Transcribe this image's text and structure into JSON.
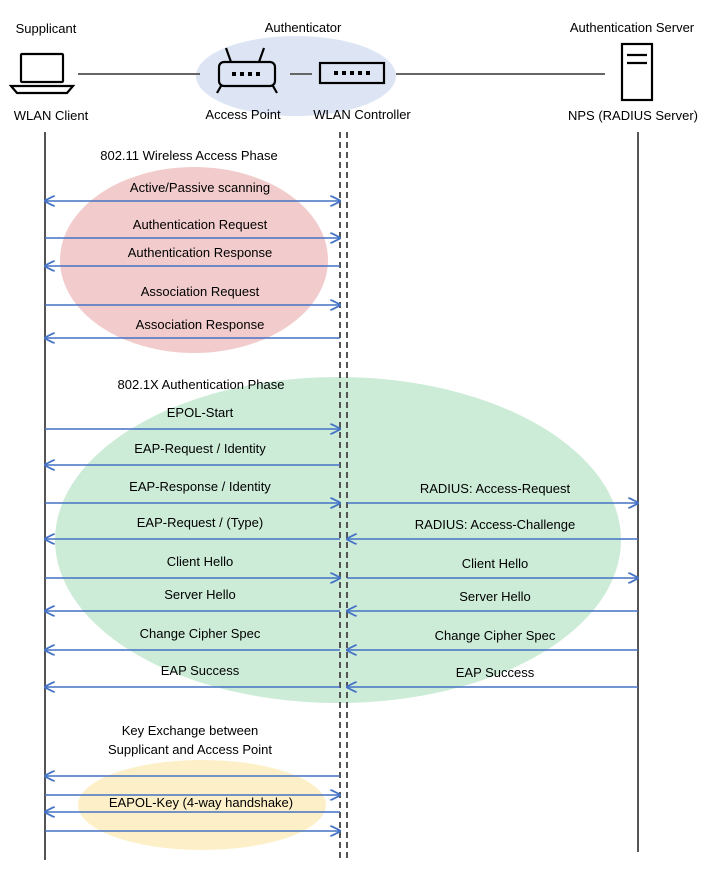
{
  "colors": {
    "arrow": "#4472c4",
    "lifeline": "#555555",
    "phase1_text": "#c00000",
    "phase1_fill": "#f2cccc",
    "phase2_text": "#00b050",
    "phase2_fill": "#ccecd8",
    "phase3_text": "#ed7d31",
    "phase3_fill": "#fdf0c8",
    "authenticator_fill": "#dde5f5"
  },
  "entities": {
    "supplicant": {
      "role": "Supplicant",
      "name": "WLAN Client",
      "icon": "laptop-icon"
    },
    "authenticator": {
      "role": "Authenticator",
      "icon": "network-device-icon"
    },
    "access_point": {
      "name": "Access Point",
      "icon": "wireless-router-icon"
    },
    "controller": {
      "name": "WLAN Controller",
      "icon": "switch-icon"
    },
    "server": {
      "role": "Authentication Server",
      "name": "NPS (RADIUS Server)",
      "icon": "server-tower-icon"
    }
  },
  "phases": {
    "wireless": {
      "title": "802.11 Wireless Access Phase",
      "messages": [
        {
          "label": "Active/Passive scanning",
          "direction": "both"
        },
        {
          "label": "Authentication Request",
          "direction": "right"
        },
        {
          "label": "Authentication Response",
          "direction": "left"
        },
        {
          "label": "Association Request",
          "direction": "right"
        },
        {
          "label": "Association Response",
          "direction": "left"
        }
      ]
    },
    "dot1x": {
      "title": "802.1X Authentication Phase",
      "messages": [
        {
          "label": "EPOL-Start",
          "direction": "right",
          "server_label": "",
          "server_direction": ""
        },
        {
          "label": "EAP-Request / Identity",
          "direction": "left",
          "server_label": "",
          "server_direction": ""
        },
        {
          "label": "EAP-Response / Identity",
          "direction": "right",
          "server_label": "RADIUS: Access-Request",
          "server_direction": "right"
        },
        {
          "label": "EAP-Request / (Type)",
          "direction": "left",
          "server_label": "RADIUS: Access-Challenge",
          "server_direction": "left"
        },
        {
          "label": "Client Hello",
          "direction": "right",
          "server_label": "Client Hello",
          "server_direction": "right"
        },
        {
          "label": "Server Hello",
          "direction": "left",
          "server_label": "Server Hello",
          "server_direction": "left"
        },
        {
          "label": "Change Cipher Spec",
          "direction": "left",
          "server_label": "Change Cipher Spec",
          "server_direction": "left"
        },
        {
          "label": "EAP Success",
          "direction": "left",
          "server_label": "EAP Success",
          "server_direction": "left"
        }
      ]
    },
    "key_exchange": {
      "title_line1": "Key Exchange between",
      "title_line2": "Supplicant and Access Point",
      "label": "EAPOL-Key (4-way handshake)",
      "messages": [
        {
          "direction": "left"
        },
        {
          "direction": "right"
        },
        {
          "direction": "left"
        },
        {
          "direction": "right"
        }
      ]
    }
  }
}
